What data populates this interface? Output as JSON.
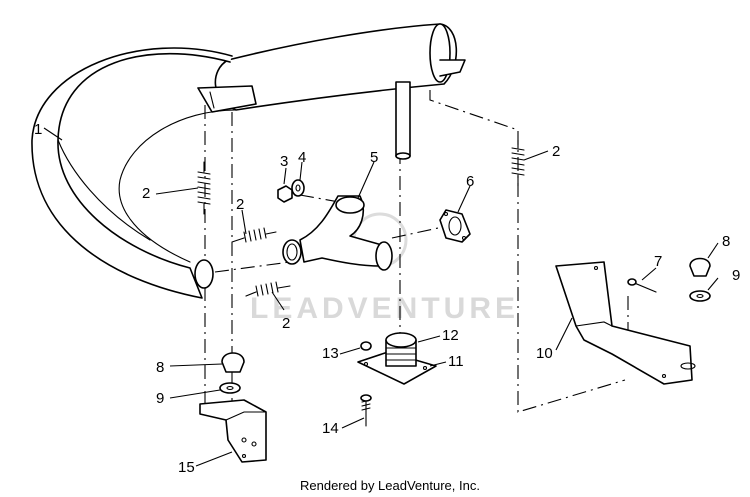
{
  "watermark": "LEADVENTURE",
  "credit": "Rendered by LeadVenture, Inc.",
  "callouts": {
    "c1": "1",
    "c2a": "2",
    "c2b": "2",
    "c2c": "2",
    "c2d": "2",
    "c3": "3",
    "c4": "4",
    "c5": "5",
    "c6": "6",
    "c7": "7",
    "c8a": "8",
    "c8b": "8",
    "c9a": "9",
    "c9b": "9",
    "c10": "10",
    "c11": "11",
    "c12": "12",
    "c13": "13",
    "c14": "14",
    "c15": "15"
  }
}
